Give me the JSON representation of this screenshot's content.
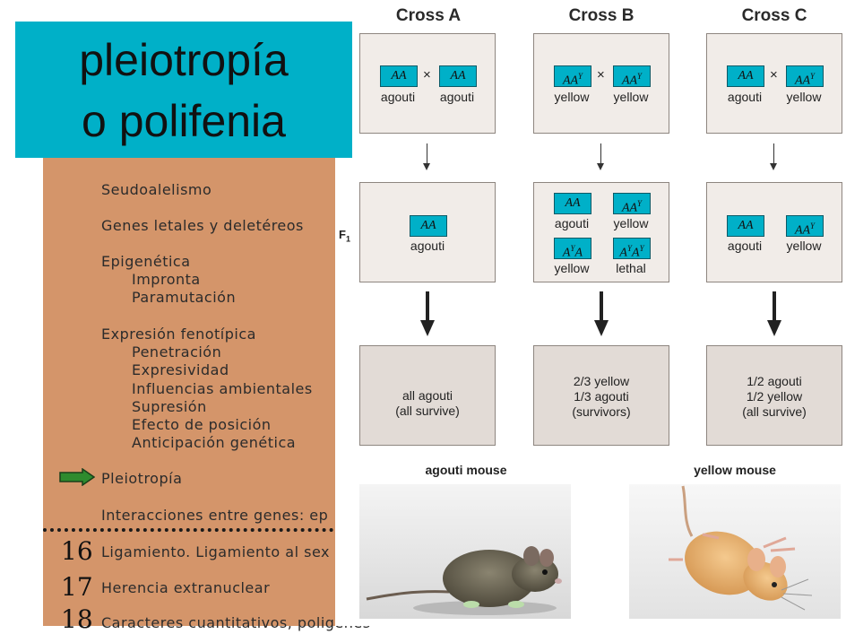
{
  "banner": {
    "line1": "pleiotropía",
    "line2": "o polifenia"
  },
  "toc": {
    "items": [
      {
        "text": "Seudoalelismo",
        "sub": false
      },
      {
        "text": "Genes letales y deletéreos",
        "sub": false
      },
      {
        "text": "Epigenética",
        "sub": false
      },
      {
        "text": "Impronta",
        "sub": true
      },
      {
        "text": "Paramutación",
        "sub": true
      },
      {
        "text": "Expresión fenotípica",
        "sub": false
      },
      {
        "text": "Penetración",
        "sub": true
      },
      {
        "text": "Expresividad",
        "sub": true
      },
      {
        "text": "Influencias ambientales",
        "sub": true
      },
      {
        "text": "Supresión",
        "sub": true
      },
      {
        "text": "Efecto de posición",
        "sub": true
      },
      {
        "text": "Anticipación genética",
        "sub": true
      },
      {
        "text": "Pleiotropía",
        "sub": false
      },
      {
        "text": "Interacciones entre genes: ep",
        "sub": false
      }
    ],
    "chapters": [
      {
        "num": "16",
        "text": "Ligamiento. Ligamiento al sex"
      },
      {
        "num": "17",
        "text": "Herencia extranuclear"
      },
      {
        "num": "18",
        "text": "Caracteres cuantitativos, poligenes"
      }
    ]
  },
  "figure": {
    "f1_label": "F",
    "f1_sub": "1",
    "crosses": [
      {
        "title": "Cross A",
        "parents": [
          {
            "geno": "AA",
            "sup": "",
            "pheno": "agouti"
          },
          {
            "geno": "AA",
            "sup": "",
            "pheno": "agouti"
          }
        ],
        "f1": [
          {
            "geno": "AA",
            "sup": "",
            "pheno": "agouti"
          }
        ],
        "result": [
          "all agouti",
          "(all survive)"
        ]
      },
      {
        "title": "Cross B",
        "parents": [
          {
            "geno": "AA",
            "sup": "Y",
            "pheno": "yellow"
          },
          {
            "geno": "AA",
            "sup": "Y",
            "pheno": "yellow"
          }
        ],
        "f1": [
          {
            "geno": "AA",
            "sup": "",
            "pheno": "agouti"
          },
          {
            "geno": "AA",
            "sup": "Y",
            "pheno": "yellow"
          },
          {
            "geno": "A",
            "sup": "Y",
            "geno2": "A",
            "sup2": "",
            "pheno": "yellow"
          },
          {
            "geno": "A",
            "sup": "Y",
            "geno2": "A",
            "sup2": "Y",
            "pheno": "lethal"
          }
        ],
        "result": [
          "2/3 yellow",
          "1/3 agouti",
          "(survivors)"
        ]
      },
      {
        "title": "Cross C",
        "parents": [
          {
            "geno": "AA",
            "sup": "",
            "pheno": "agouti"
          },
          {
            "geno": "AA",
            "sup": "Y",
            "pheno": "yellow"
          }
        ],
        "f1": [
          {
            "geno": "AA",
            "sup": "",
            "pheno": "agouti"
          },
          {
            "geno": "AA",
            "sup": "Y",
            "pheno": "yellow"
          }
        ],
        "result": [
          "1/2 agouti",
          "1/2 yellow",
          "(all survive)"
        ]
      }
    ],
    "times_symbol": "×",
    "mice": [
      {
        "title": "agouti mouse"
      },
      {
        "title": "yellow mouse"
      }
    ]
  },
  "colors": {
    "banner": "#00b0c8",
    "panel": "#d4956a",
    "chip": "#00b0c8",
    "arrow": "#2e8b2e"
  }
}
